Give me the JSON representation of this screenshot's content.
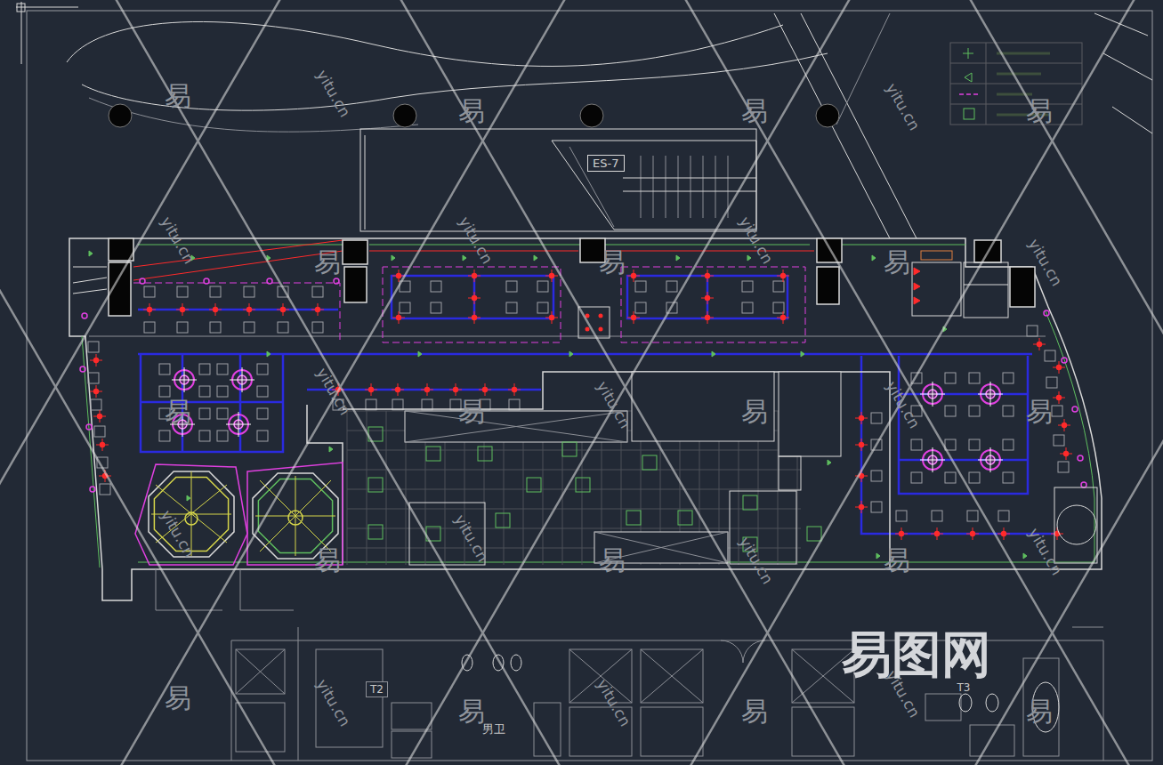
{
  "diagram": {
    "nodes": [
      {
        "text": [
          "ES-7"
        ]
      },
      {
        "text": [
          "T2"
        ]
      }
    ],
    "labels": [
      "男卫",
      "T3",
      "易",
      "易",
      "易",
      "易",
      "易",
      "易",
      "易",
      "易",
      "易",
      "易",
      "易",
      "易",
      "易",
      "易",
      "易",
      "易",
      "易",
      "易",
      "yitu.cn",
      "yitu.cn",
      "yitu.cn",
      "yitu.cn",
      "yitu.cn",
      "yitu.cn",
      "yitu.cn",
      "yitu.cn",
      "yitu.cn",
      "yitu.cn",
      "yitu.cn",
      "yitu.cn",
      "yitu.cn",
      "yitu.cn",
      "yitu.cn",
      "yitu.cn",
      "易图网"
    ]
  }
}
